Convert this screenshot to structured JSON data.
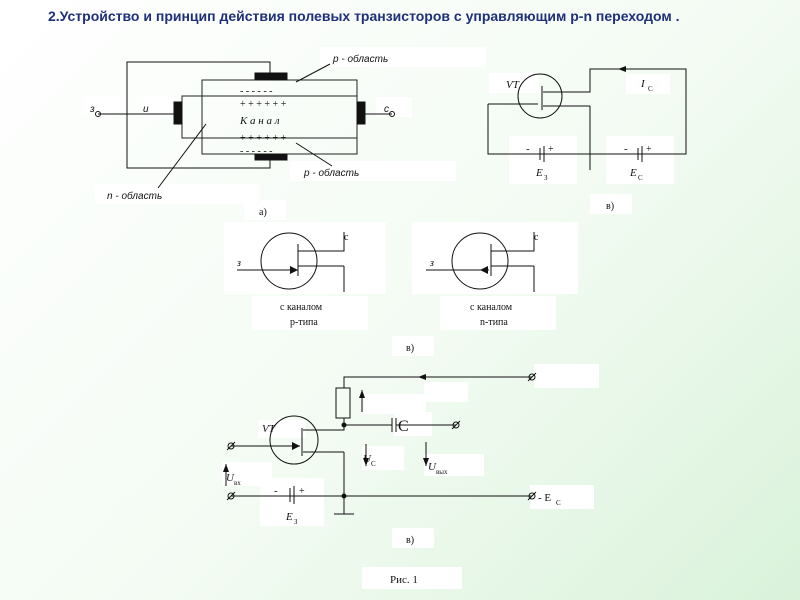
{
  "title": "2.Устройство и принцип действия полевых транзисторов с управляющим p-n переходом .",
  "fig_a": {
    "label": "а)",
    "p_top": "р - область",
    "p_bottom": "р - область",
    "n_region": "n - область",
    "minus_row": "- - - - - -",
    "plus_row": "+ + + + + +",
    "channel": "К а н а л",
    "gate": "з",
    "source": "и",
    "drain": "с"
  },
  "fig_b": {
    "label": "в)",
    "vt": "VT",
    "ic": "I",
    "ic_sub": "С",
    "ez": "Е",
    "ez_sub": "З",
    "ec": "Е",
    "ec_sub": "С",
    "minus": "-",
    "plus": "+"
  },
  "fig_c": {
    "label": "в)",
    "gate1": "з",
    "drain1": "с",
    "caption1_line1": "с каналом",
    "caption1_line2": "р-типа",
    "gate2": "з",
    "drain2": "с",
    "caption2_line1": "с каналом",
    "caption2_line2": "n-типа"
  },
  "fig_d": {
    "label": "в)",
    "vt": "VT",
    "capacitor": "C",
    "uc": "U",
    "uc_sub": "C",
    "uout": "U",
    "uout_sub": "вых",
    "uin": "U",
    "uin_sub": "вх",
    "ez": "Е",
    "ez_sub": "З",
    "minus_ec": "- Е",
    "minus_ec_sub": "С",
    "minus": "-",
    "plus": "+"
  },
  "caption": "Рис. 1"
}
